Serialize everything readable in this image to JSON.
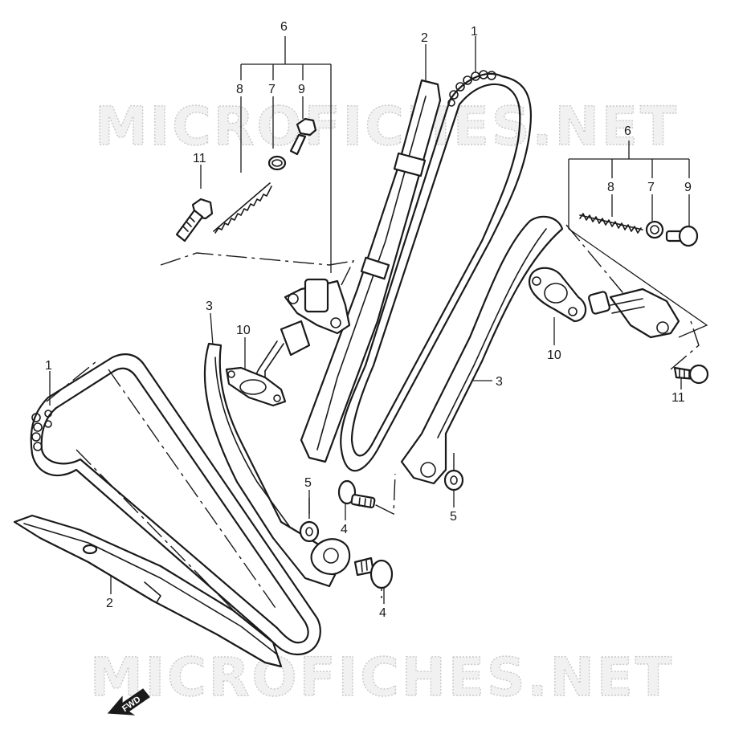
{
  "watermark": {
    "top": "MICROFICHES.NET",
    "bottom": "MICROFICHES.NET"
  },
  "labels": {
    "l1a": "1",
    "l1b": "1",
    "l2a": "2",
    "l2b": "2",
    "l3a": "3",
    "l3b": "3",
    "l4a": "4",
    "l4b": "4",
    "l5a": "5",
    "l5b": "5",
    "l6a": "6",
    "l6b": "6",
    "l7a": "7",
    "l7b": "7",
    "l8a": "8",
    "l8b": "8",
    "l9a": "9",
    "l9b": "9",
    "l10a": "10",
    "l10b": "10",
    "l11a": "11",
    "l11b": "11"
  },
  "fwd_label": "FWD",
  "colors": {
    "line": "#1a1a1a",
    "watermark": "#c9c9c9",
    "background": "#ffffff"
  }
}
